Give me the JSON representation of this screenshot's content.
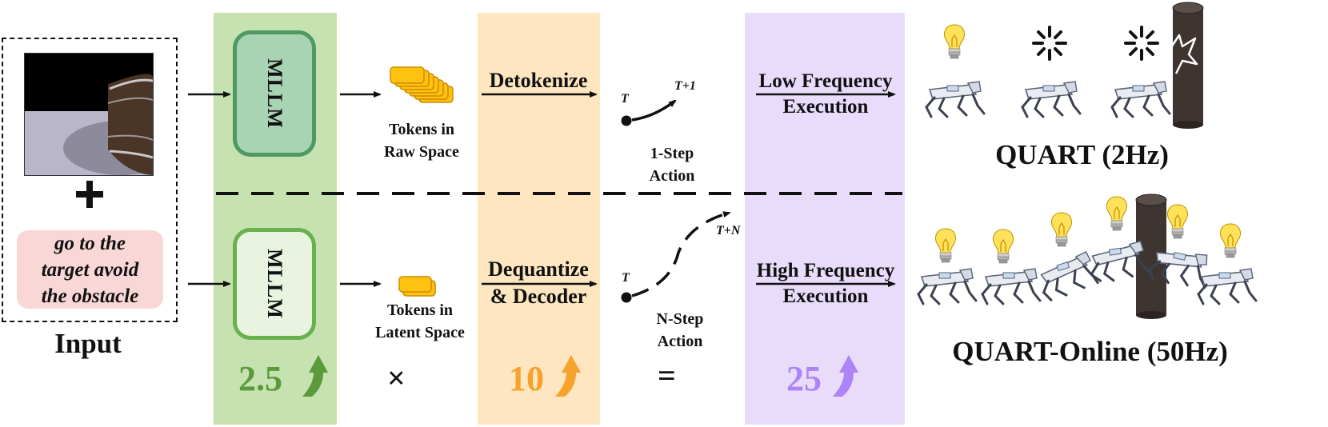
{
  "colors": {
    "band_mllm": "#c7e2b1",
    "band_detok": "#fde6c0",
    "band_exec": "#e9dcfb",
    "mllm_top_fill": "#a9d4b4",
    "mllm_top_border": "#4e9a62",
    "mllm_bottom_fill": "#e8f4df",
    "mllm_bottom_border": "#6ab04c",
    "token_fill": "#ffc20e",
    "token_border": "#d08a00",
    "speedup_green": "#5a9a3b",
    "speedup_orange": "#f6a22b",
    "speedup_purple": "#ad84f5",
    "instruction_bg": "#f9d7d7"
  },
  "input": {
    "instruction": "go to the target avoid the obstacle",
    "label": "Input"
  },
  "top_path": {
    "model": "MLLM",
    "tokens_label": "Tokens in Raw Space",
    "detok_label": "Detokenize",
    "t_label": "T",
    "t_next_label": "T+1",
    "action_label": "1-Step Action",
    "exec_label": "Low Frequency Execution",
    "result_label": "QUART (2Hz)"
  },
  "bottom_path": {
    "model": "MLLM",
    "tokens_label": "Tokens in Latent Space",
    "detok_label_line1": "Dequantize",
    "detok_label_line2": "& Decoder",
    "t_label": "T",
    "t_next_label": "T+N",
    "action_label": "N-Step Action",
    "exec_label": "High Frequency Execution",
    "result_label": "QUART-Online (50Hz)"
  },
  "speedup": {
    "mllm_factor": "2.5",
    "times_symbol": "×",
    "decode_factor": "10",
    "equals_symbol": "=",
    "total_factor": "25"
  }
}
